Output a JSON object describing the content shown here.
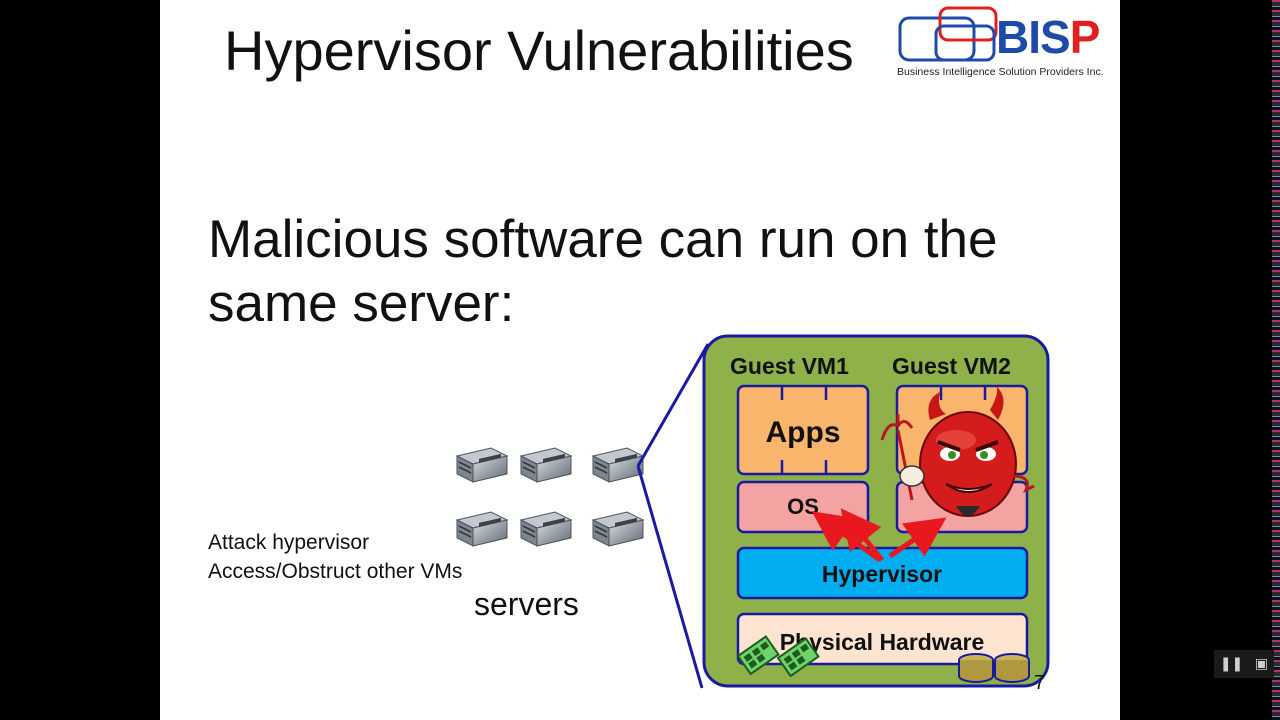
{
  "slide": {
    "title": "Hypervisor Vulnerabilities",
    "logo": {
      "brand_blue": "BIS",
      "brand_red": "P",
      "subtitle": "Business Intelligence Solution Providers Inc."
    },
    "body_text": "Malicious software can run on the same server:",
    "attack_lines": [
      "Attack hypervisor",
      "Access/Obstruct other VMs"
    ],
    "servers_label": "servers",
    "page_number": "7",
    "diagram": {
      "guest_vm1": "Guest VM1",
      "guest_vm2": "Guest VM2",
      "apps": "Apps",
      "os": "OS",
      "hypervisor": "Hypervisor",
      "physical_hardware": "Physical Hardware"
    },
    "colors": {
      "diagram_bg": "#8fb14a",
      "diagram_border": "#1a1aa0",
      "apps_fill": "#f9b56b",
      "os_fill": "#f4a3a3",
      "hypervisor_fill": "#00aeef",
      "hardware_fill": "#fce4d0",
      "arrow": "#e8181e"
    }
  },
  "player": {
    "pause_icon": "pause-icon",
    "pip_icon": "picture-in-picture-icon"
  }
}
